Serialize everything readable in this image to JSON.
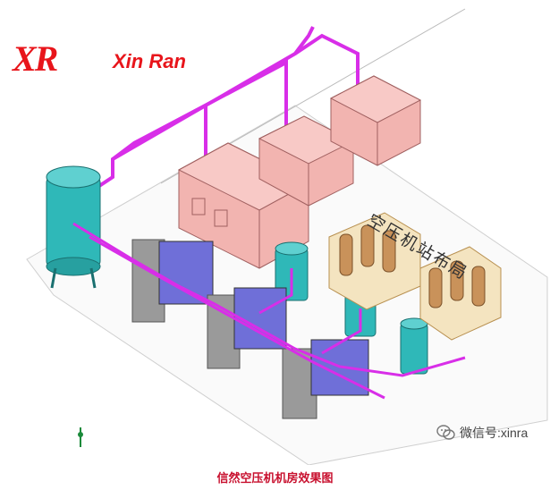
{
  "logo": {
    "mark": "XR",
    "brand": "Xin Ran"
  },
  "render_label": "空压机站布局",
  "watermark": {
    "prefix": "微信号:",
    "account": "xinra",
    "icon": "wechat-icon"
  },
  "caption": "信然空压机机房效果图",
  "colors": {
    "brand_red": "#e8151b",
    "pipe": "#d82ee8",
    "compressor_body": "#f2b4b0",
    "tank": "#2fb8b8",
    "dryer": "#6f6fd8",
    "filter_frame": "#e8cf9a",
    "caption_red": "#c8102e"
  }
}
